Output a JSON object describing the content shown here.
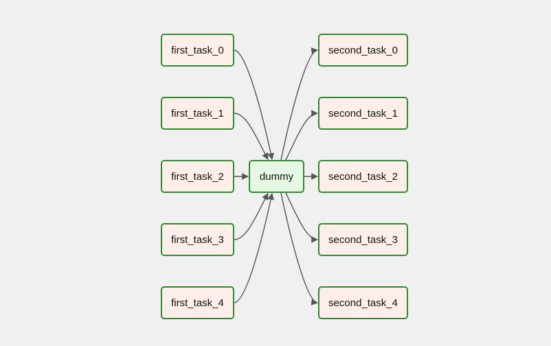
{
  "graph": {
    "upstream_tasks": [
      "first_task_0",
      "first_task_1",
      "first_task_2",
      "first_task_3",
      "first_task_4"
    ],
    "center_task": "dummy",
    "downstream_tasks": [
      "second_task_0",
      "second_task_1",
      "second_task_2",
      "second_task_3",
      "second_task_4"
    ]
  },
  "colors": {
    "background": "#f0f0f0",
    "node_border": "#2e8b2e",
    "task_fill": "#fdeee9",
    "center_fill": "#e6f8e3",
    "edge": "#555555"
  }
}
